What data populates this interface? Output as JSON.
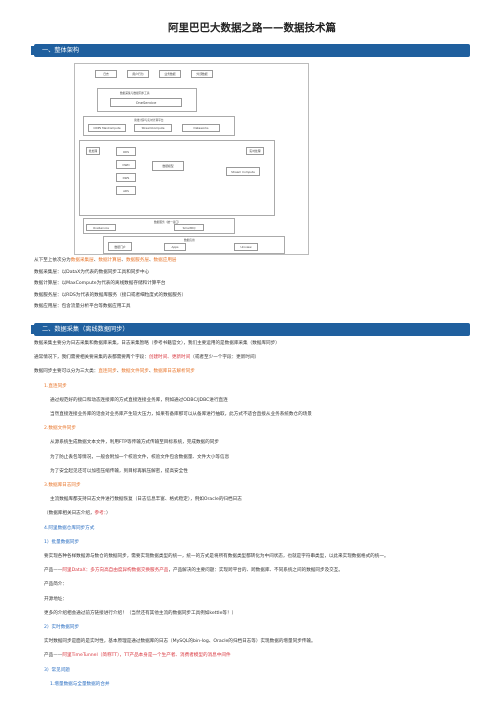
{
  "title": "阿里巴巴大数据之路——数据技术篇",
  "sections": {
    "s1": "一、整体架构",
    "s2": "二、数据采集（离线数据同步）"
  },
  "diagram": {
    "top_sources": [
      "日志",
      "用户行为",
      "业务数据",
      "外部数据"
    ],
    "collect": "数据采集与数据同步工具",
    "onewhite": "OneService",
    "compute_title": "离线计算与实时计算平台",
    "engines": [
      "ODPS MaxCompute",
      "StreamCompute",
      "Dataworks"
    ],
    "mid_left": "批处理",
    "mid_right": "实时处理",
    "center_items": [
      "ODS",
      "DWD",
      "DWS",
      "ADS"
    ],
    "center_label": "数据模型",
    "right_box": "Stream Compute",
    "bottom_service": "数据服务（统一接口）",
    "bottom_items": [
      "OneService",
      "SmartDQ"
    ],
    "app_title": "数据应用",
    "apps": [
      "数据门户",
      "Apps",
      "Uniview"
    ]
  },
  "lines": [
    {
      "parts": [
        {
          "t": "从下至上依次分为"
        },
        {
          "t": "数据采集层",
          "c": "orange"
        },
        {
          "t": "、"
        },
        {
          "t": "数据计算层",
          "c": "orange"
        },
        {
          "t": "、"
        },
        {
          "t": "数据服务层",
          "c": "orange"
        },
        {
          "t": "、"
        },
        {
          "t": "数据应用层",
          "c": "orange"
        }
      ]
    },
    {
      "parts": [
        {
          "t": "数据采集层：以DataX为代表的数据同步工具和同步中心"
        }
      ]
    },
    {
      "parts": [
        {
          "t": "数据计算层：以MaxCompute为代表的离线数据存储和计算平台"
        }
      ]
    },
    {
      "parts": [
        {
          "t": "数据服务层：以RDS为代表的数据库服务（接口或者细粒度式的数据服务）"
        }
      ]
    },
    {
      "parts": [
        {
          "t": "数据应用层：包含流量分析平台等数据应用工具"
        }
      ]
    }
  ],
  "body": [
    {
      "parts": [
        {
          "t": "数据采集主要分为日志采集和数据库采集，日志采集暂略（参考书籍官文），我们主要运用的是数据库采集（数据库同步）"
        }
      ]
    },
    {
      "parts": [
        {
          "t": "通常情况下，我们需要相关要采集的表都需要两个字段："
        },
        {
          "t": "创建时间、更新时间",
          "c": "red"
        },
        {
          "t": "（或者至少一个字段：更新时间）"
        }
      ]
    },
    {
      "parts": [
        {
          "t": "数据同步主要可以分为三大类："
        },
        {
          "t": "直连同步",
          "c": "orange"
        },
        {
          "t": "、"
        },
        {
          "t": "数据文件同步",
          "c": "orange"
        },
        {
          "t": "、"
        },
        {
          "t": "数据库日志解析同步",
          "c": "orange"
        }
      ]
    },
    {
      "parts": [
        {
          "t": "1.直连同步",
          "c": "orange"
        }
      ],
      "i": 1
    },
    {
      "parts": [
        {
          "t": "通过规范好的接口和动态连接库的方式直接连接业务库，例如通过ODBC/JDBC进行直连"
        }
      ],
      "i": 2
    },
    {
      "parts": [
        {
          "t": "当然直接连接业务库的话会对业务库产生较大压力，如果有备库那可以从备库进行抽取，此方式不适合直接从业务系统数仓的场景"
        }
      ],
      "i": 2
    },
    {
      "parts": [
        {
          "t": "2.数据文件同步",
          "c": "orange"
        }
      ],
      "i": 1
    },
    {
      "parts": [
        {
          "t": "从源系统生成数据文本文件，利用FTP等传输方式传输至目标系统，完成数据的同步"
        }
      ],
      "i": 2
    },
    {
      "parts": [
        {
          "t": "为了防止丢包等情况，一般会附加一个校验文件，校验文件包含数据量、文件大小等信息"
        }
      ],
      "i": 2
    },
    {
      "parts": [
        {
          "t": "为了安全起见还可以加密压缩传输，到目标再解压解密，提高安全性"
        }
      ],
      "i": 2
    },
    {
      "parts": [
        {
          "t": "3.数据库日志同步",
          "c": "orange"
        }
      ],
      "i": 1
    },
    {
      "parts": [
        {
          "t": "主流数据库都支持日志文件进行数据恢复（日志信息丰富、格式稳定），例如Oracle的归档日志"
        }
      ],
      "i": 2
    },
    {
      "parts": [
        {
          "t": "（数据库相关日志介绍，"
        },
        {
          "t": "参考：",
          "c": "red"
        },
        {
          "t": "）"
        }
      ],
      "i": 1
    },
    {
      "parts": [
        {
          "t": "4.阿里数据仓库同步方式",
          "c": "blue"
        }
      ],
      "i": 1
    },
    {
      "parts": [
        {
          "t": "1）批量数据同步",
          "c": "blue"
        }
      ],
      "i": 1
    },
    {
      "parts": [
        {
          "t": "要实现各种各样数据源与数仓的数据同步，需要实现数据类型的统一，统一的方式是将所有数据类型都转化为中间状态，也就是字符串类型，以此来实现数据格式的统一。"
        }
      ],
      "i": 1
    },
    {
      "parts": [
        {
          "t": "产品——"
        },
        {
          "t": "阿里DataX：多方向高自由度异构数据交换服务产品",
          "c": "red"
        },
        {
          "t": "，产品解决的主要问题：实现跨平台的、跨数据库、不同系统之间的数据同步及交互。"
        }
      ],
      "i": 1
    },
    {
      "parts": [
        {
          "t": "产品简介："
        }
      ],
      "i": 1
    },
    {
      "parts": [
        {
          "t": "开源地址："
        }
      ],
      "i": 1
    },
    {
      "parts": [
        {
          "t": "更多的介绍相会通过前方链接进行介绍！（当然还有其他主流的数据同步工具例如kettle等！）"
        }
      ],
      "i": 1
    },
    {
      "parts": [
        {
          "t": "2）实时数据同步",
          "c": "blue"
        }
      ],
      "i": 1
    },
    {
      "parts": [
        {
          "t": "实时数据同步是面的是实时性，基本原理是通过数据库的日志（MySQL的bin-log、Oracle的归档日志等）实现数据的增量同步传输。"
        }
      ],
      "i": 1
    },
    {
      "parts": [
        {
          "t": "产品——"
        },
        {
          "t": "阿里TimeTunnel（简称TT），TT产品本身是一个生产者、消费者模型的消息中间件",
          "c": "red"
        }
      ],
      "i": 1
    },
    {
      "parts": [
        {
          "t": "3）常见问题",
          "c": "blue"
        }
      ],
      "i": 1
    },
    {
      "parts": [
        {
          "t": "1.增量数据与全量数据的合并",
          "c": "blue"
        }
      ],
      "i": 2
    }
  ]
}
